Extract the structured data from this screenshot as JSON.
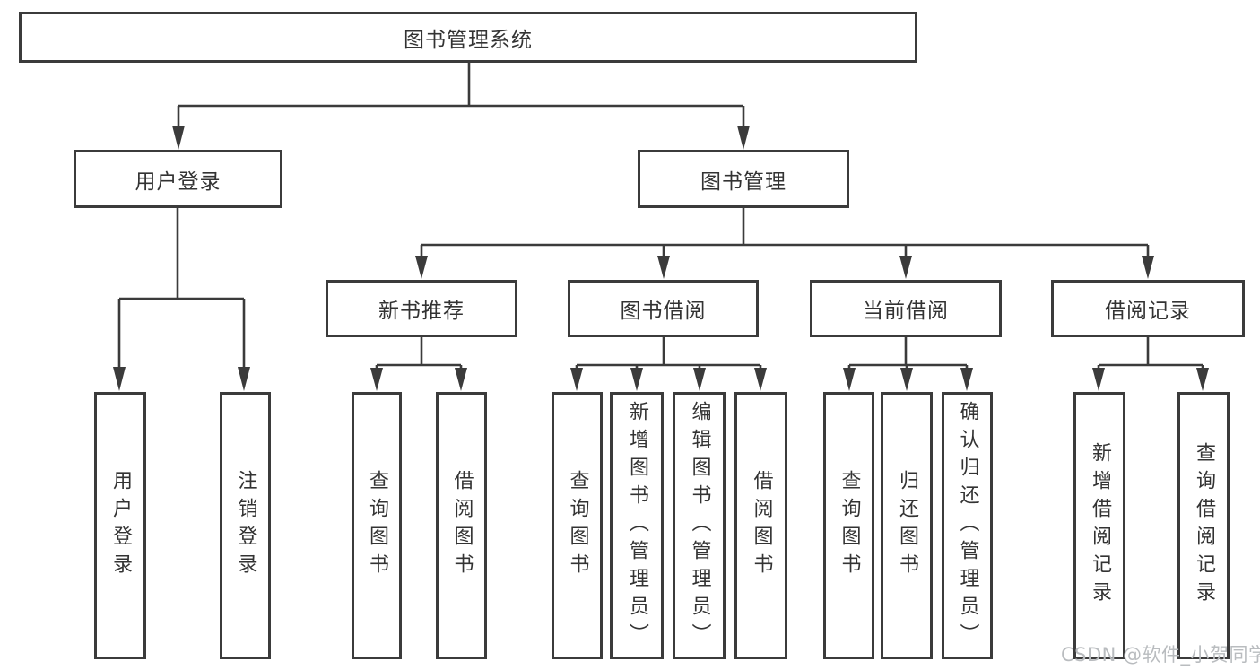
{
  "diagram": {
    "root": {
      "label": "图书管理系统"
    },
    "level2": [
      {
        "label": "用户登录"
      },
      {
        "label": "图书管理"
      }
    ],
    "level3": [
      {
        "label": "新书推荐"
      },
      {
        "label": "图书借阅"
      },
      {
        "label": "当前借阅"
      },
      {
        "label": "借阅记录"
      }
    ],
    "level4": {
      "user_login_children": [
        {
          "label": "用户登录"
        },
        {
          "label": "注销登录"
        }
      ],
      "new_book_children": [
        {
          "label": "查询图书"
        },
        {
          "label": "借阅图书"
        }
      ],
      "book_borrow_children": [
        {
          "label": "查询图书"
        },
        {
          "label": "新增图书（管理员）"
        },
        {
          "label": "编辑图书（管理员）"
        },
        {
          "label": "借阅图书"
        }
      ],
      "current_borrow_children": [
        {
          "label": "查询图书"
        },
        {
          "label": "归还图书"
        },
        {
          "label": "确认归还（管理员）"
        }
      ],
      "borrow_record_children": [
        {
          "label": "新增借阅记录"
        },
        {
          "label": "查询借阅记录"
        }
      ]
    },
    "watermark": "CSDN @软件_小贺同学",
    "colors": {
      "line": "#3b3b3b",
      "text": "#333333",
      "watermark": "#b9bcbf",
      "background": "#ffffff"
    }
  }
}
